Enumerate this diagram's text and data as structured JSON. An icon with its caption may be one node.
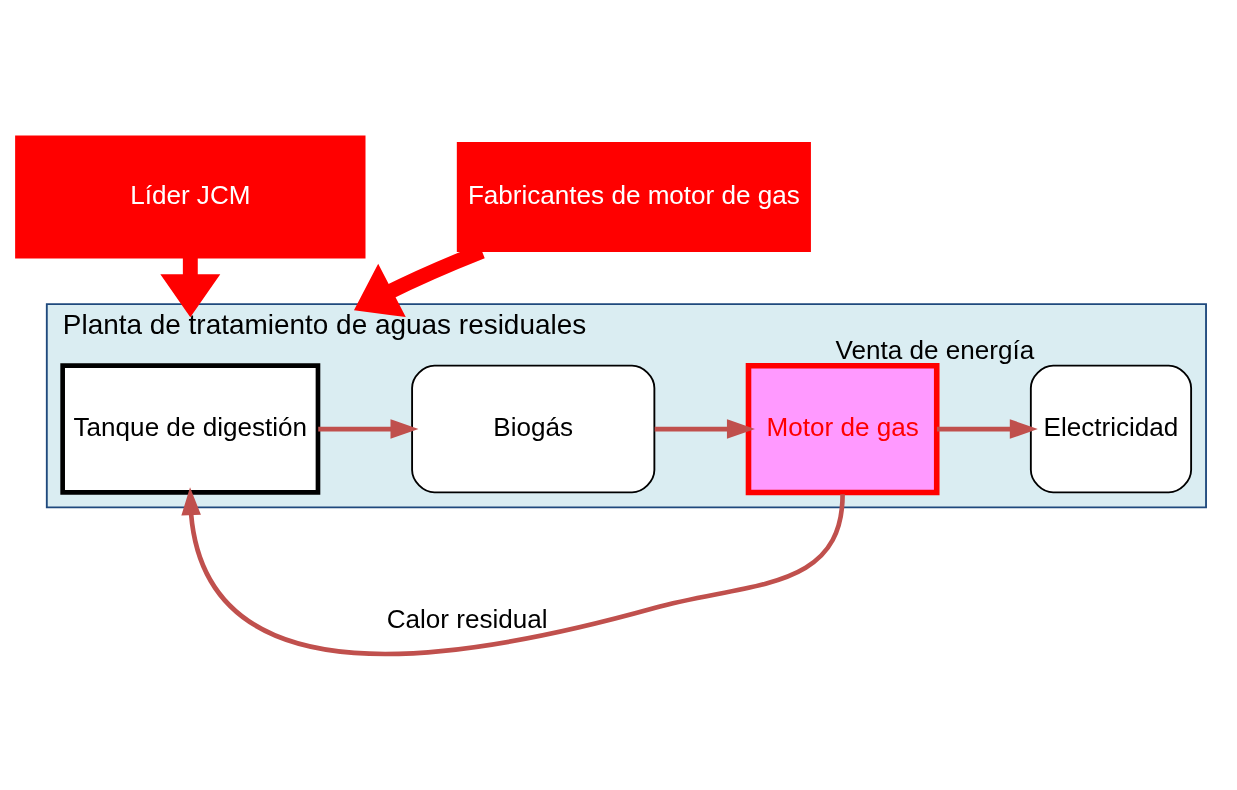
{
  "diagram": {
    "nodes": [
      {
        "text": [
          "Líder JCM"
        ]
      },
      {
        "text": [
          "Planta de tratamiento de aguas residuales"
        ]
      },
      {
        "text": [
          "Tanque de digestión"
        ],
        "in": 1
      },
      {
        "text": [
          "Biogás"
        ],
        "in": 1
      },
      {
        "text": [
          "Motor de gas"
        ],
        "in": 1
      },
      {
        "text": [
          "Electricidad"
        ],
        "in": 1,
        "beside": [
          "Venta de energía"
        ]
      },
      {
        "text": [
          "Fabricantes de motor de gas"
        ]
      }
    ],
    "edges": [
      {
        "from": 0,
        "to": 1,
        "arrow": "to",
        "style": "thick",
        "color": "#ff0000"
      },
      {
        "from": 2,
        "to": 3,
        "arrow": "to"
      },
      {
        "from": 3,
        "to": 4,
        "arrow": "to"
      },
      {
        "from": 4,
        "to": 5,
        "arrow": "to"
      },
      {
        "from": 4,
        "to": 2,
        "arrow": "to",
        "label": "Calor residual"
      },
      {
        "from": 6,
        "to": 1,
        "arrow": "to",
        "style": "thick",
        "color": "#ff0000"
      }
    ]
  }
}
